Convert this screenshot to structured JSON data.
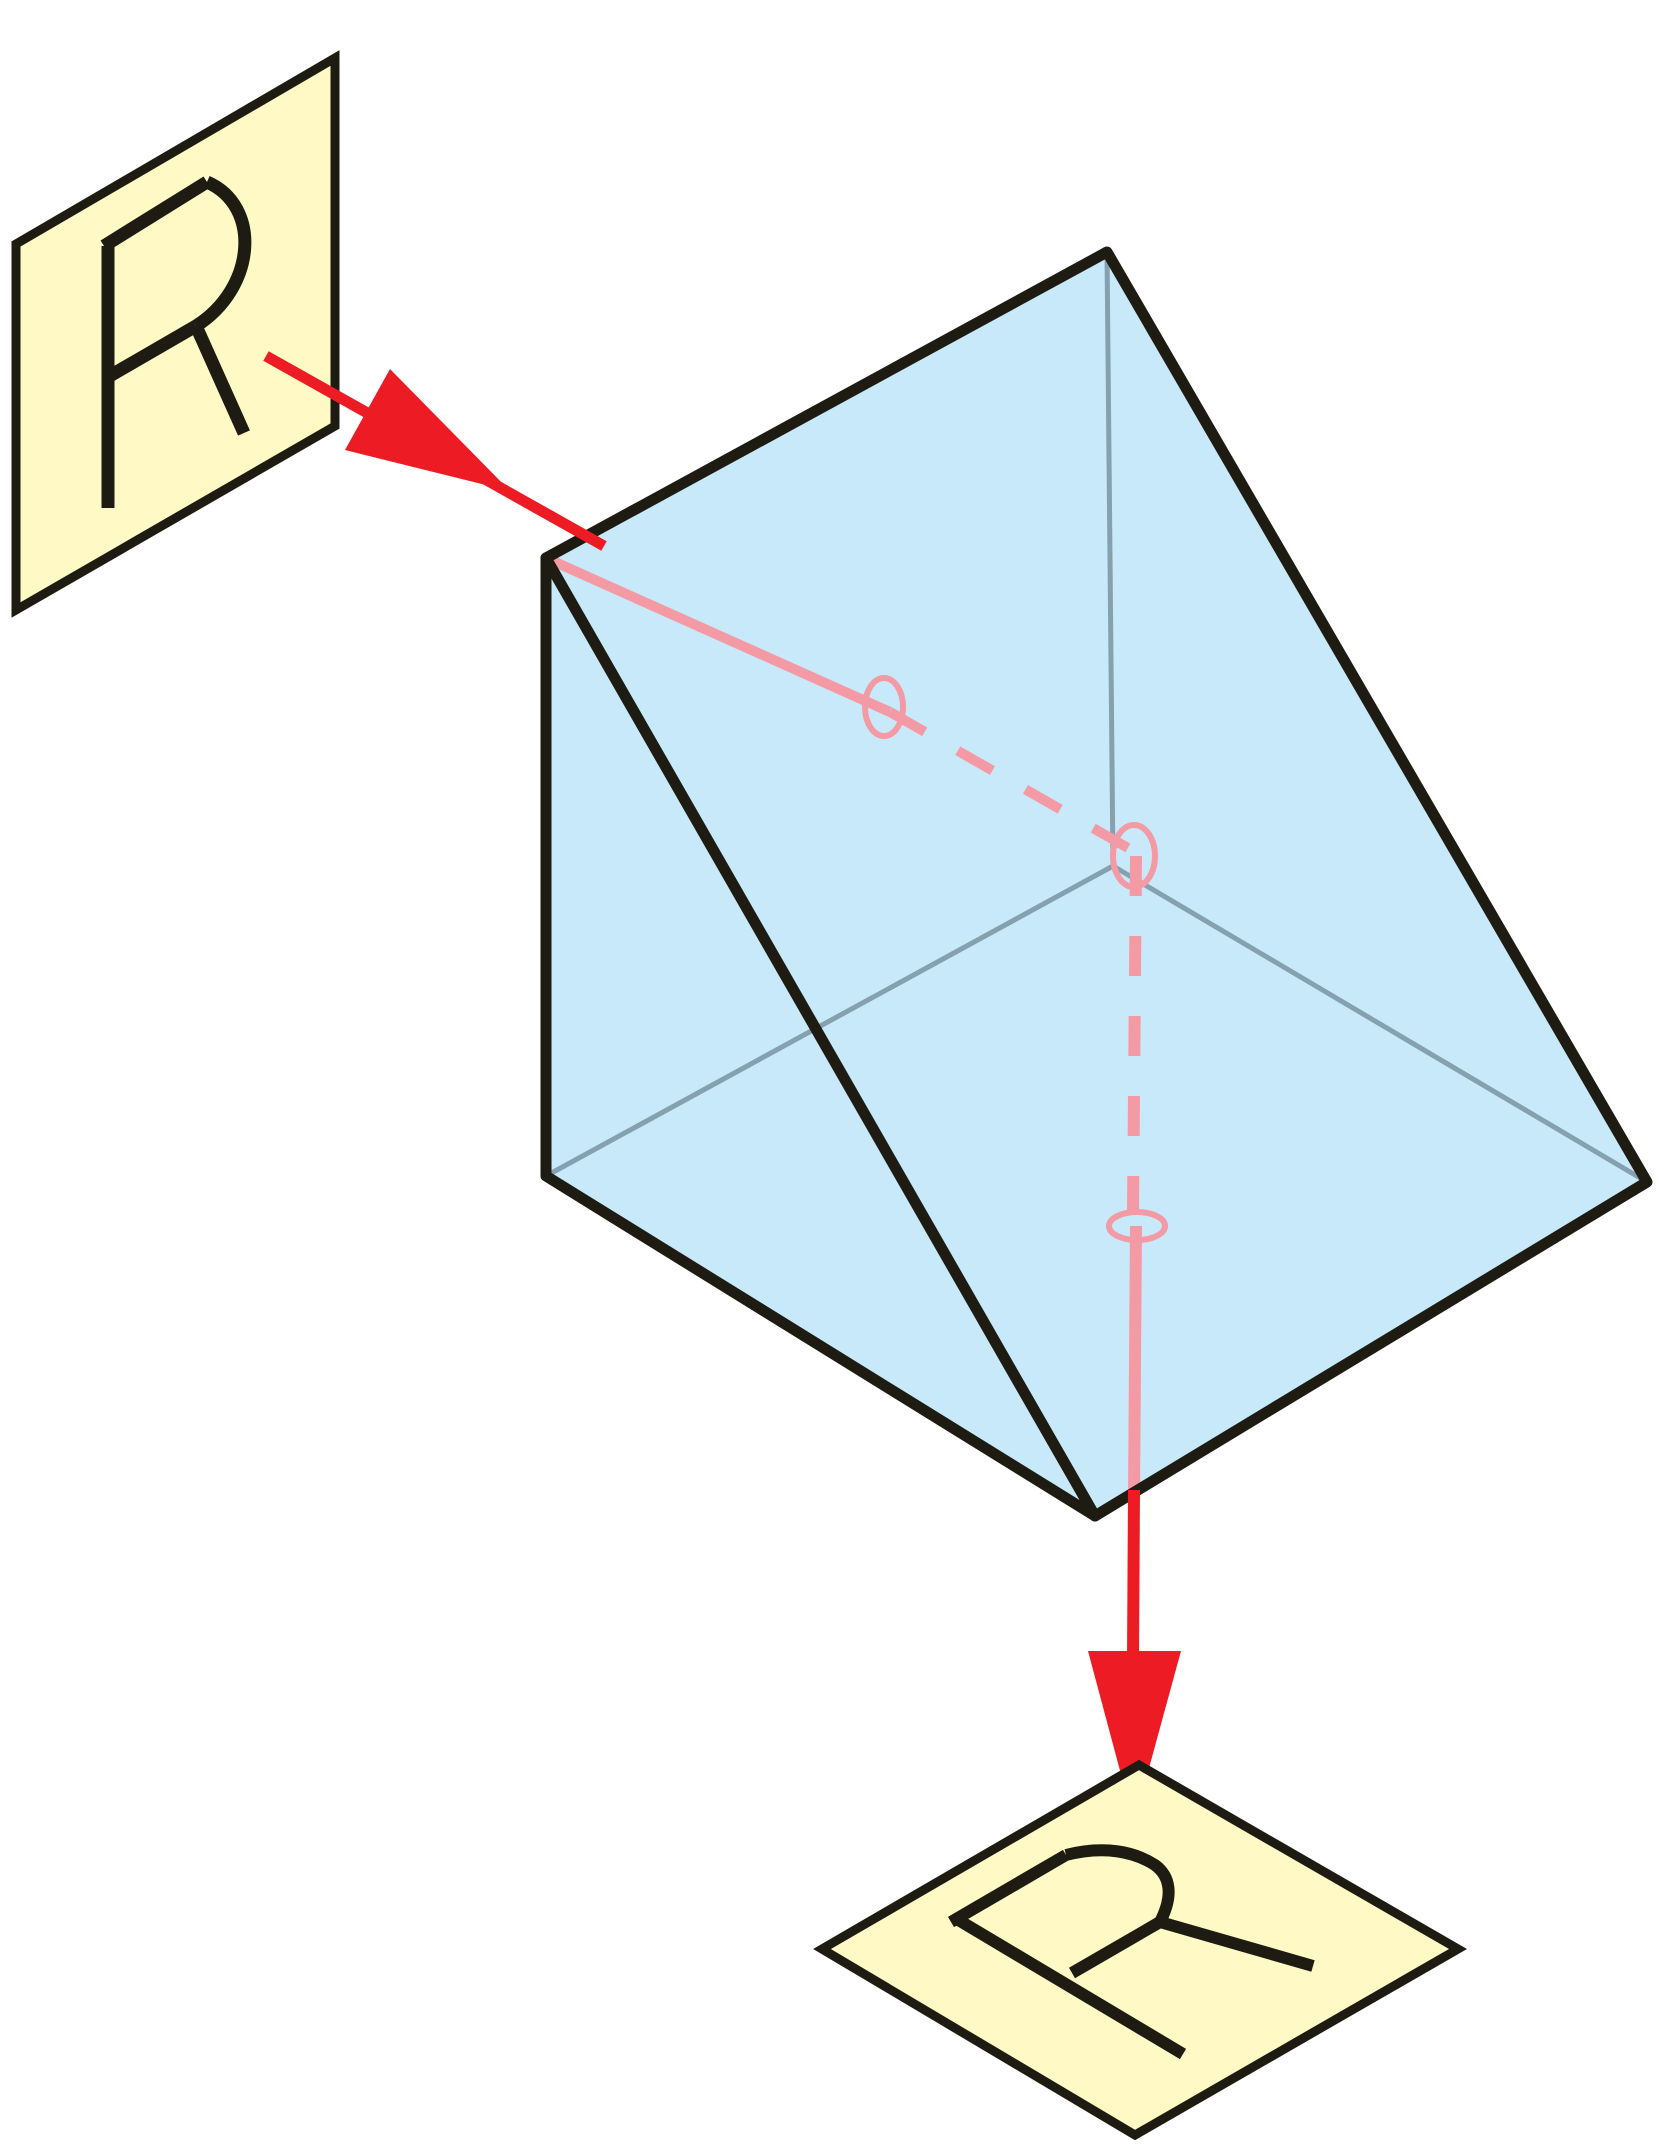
{
  "diagram": {
    "input_label": "R",
    "output_label": "R"
  },
  "colors": {
    "label_card_fill": "#fffac5",
    "outline": "#1e1c12",
    "prism_fill": "#c8e9fa",
    "prism_hidden_edge": "#85a0ae",
    "ray_outside": "#ed1c24",
    "ray_inside": "#f49aa5",
    "background": "#ffffff"
  },
  "icons": {
    "input_card": "letter-card-upright",
    "output_card": "letter-card-mirrored",
    "prism": "right-angle-prism",
    "ray": "light-ray-arrow"
  }
}
